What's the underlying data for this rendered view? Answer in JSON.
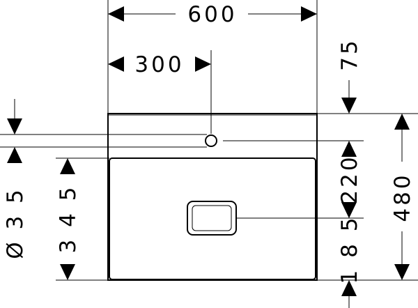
{
  "dimensions": {
    "overall_width": "600",
    "tap_hole_offset": "300",
    "back_edge_height": "75",
    "overall_depth": "480",
    "tap_hole_diameter": "Ø 3 5",
    "bowl_depth": "3 4 5",
    "tap_to_bowl": "220",
    "drain_to_front": "1 8 5"
  }
}
